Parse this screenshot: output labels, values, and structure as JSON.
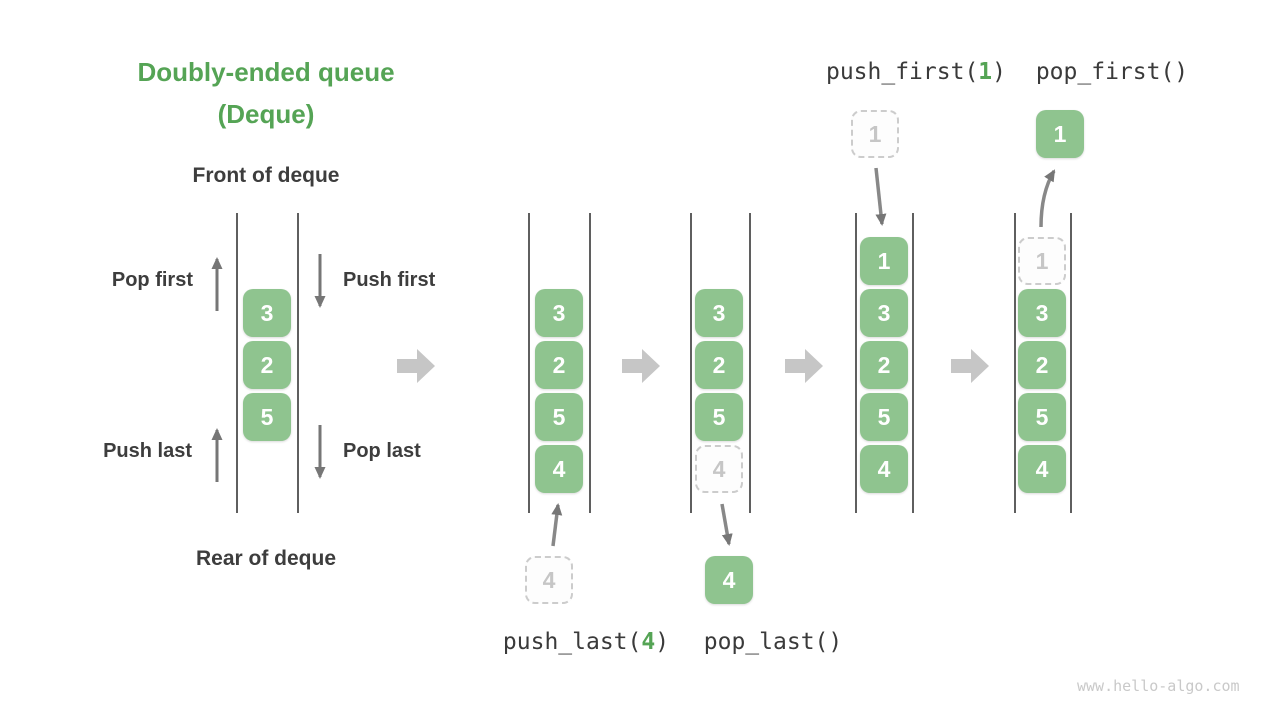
{
  "title": {
    "line1": "Doubly-ended queue",
    "line2": "(Deque)"
  },
  "labels": {
    "front": "Front of deque",
    "rear": "Rear of deque",
    "pop_first": "Pop first",
    "push_first": "Push first",
    "push_last": "Push last",
    "pop_last": "Pop last"
  },
  "operations": {
    "push_last": {
      "prefix": "push_last(",
      "arg": "4",
      "suffix": ")"
    },
    "pop_last": {
      "prefix": "pop_last()",
      "arg": "",
      "suffix": ""
    },
    "push_first": {
      "prefix": "push_first(",
      "arg": "1",
      "suffix": ")"
    },
    "pop_first": {
      "prefix": "pop_first()",
      "arg": "",
      "suffix": ""
    }
  },
  "queues": {
    "initial": {
      "cells": [
        "3",
        "2",
        "5"
      ]
    },
    "push_last": {
      "cells": [
        "3",
        "2",
        "5",
        "4"
      ],
      "incoming": "4"
    },
    "pop_last": {
      "cells": [
        "3",
        "2",
        "5",
        "4"
      ],
      "outgoing": "4"
    },
    "push_first": {
      "cells": [
        "1",
        "3",
        "2",
        "5",
        "4"
      ],
      "incoming": "1"
    },
    "pop_first": {
      "cells": [
        "1",
        "3",
        "2",
        "5",
        "4"
      ],
      "outgoing": "1"
    }
  },
  "colors": {
    "box_green": "#8fc48f",
    "accent_green": "#55a455",
    "arrow_gray": "#767676",
    "transition_gray": "#c6c6c6"
  },
  "watermark": "www.hello-algo.com"
}
